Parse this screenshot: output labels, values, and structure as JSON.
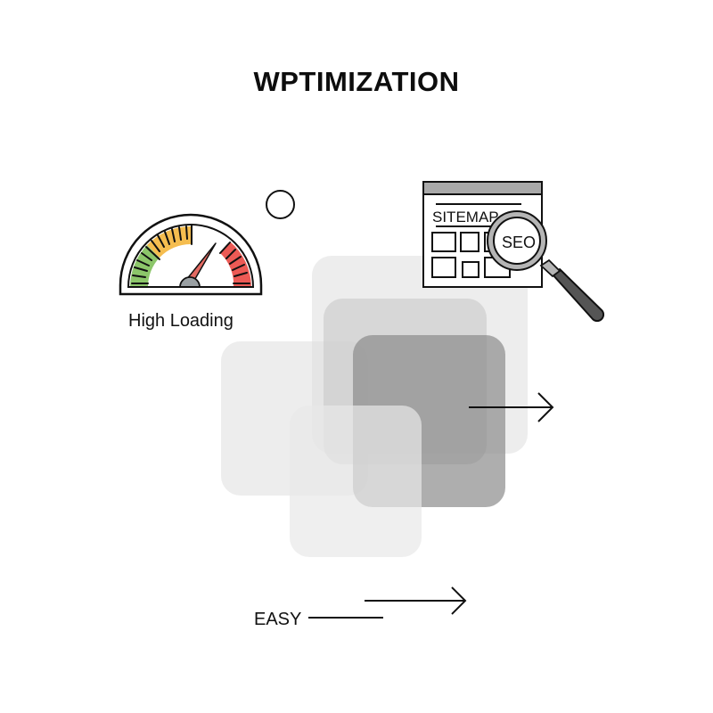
{
  "title": "WPTIMIZATION",
  "gauge": {
    "label": "High Loading",
    "icon": "speedometer-icon",
    "zones": [
      {
        "name": "low",
        "color": "#8cc66a"
      },
      {
        "name": "medium",
        "color": "#f5bd4f"
      },
      {
        "name": "high",
        "color": "#ec5a55"
      }
    ],
    "needle_color": "#e46a62",
    "hub_color": "#9aa0a3"
  },
  "decorative_circle": {
    "icon": "circle-outline-icon"
  },
  "sitemap": {
    "label": "SITEMAP",
    "header_color": "#a9a9a9",
    "magnifier": {
      "label": "SEO",
      "icon": "magnifying-glass-icon",
      "rim_color": "#b5b5b5",
      "handle_color": "#555555"
    }
  },
  "layers": [
    {
      "name": "back-layer",
      "color": "#ececec"
    },
    {
      "name": "middle-layer",
      "color": "#d6d6d6"
    },
    {
      "name": "left-layer",
      "color": "#ebebeb"
    },
    {
      "name": "front-dark-layer",
      "color": "#9c9c9c"
    },
    {
      "name": "bottom-layer",
      "color": "#efefef"
    }
  ],
  "arrows": [
    {
      "name": "right-arrow",
      "icon": "arrow-right-icon"
    },
    {
      "name": "easy-arrow",
      "icon": "arrow-right-icon"
    }
  ],
  "easy_label": "EASY"
}
